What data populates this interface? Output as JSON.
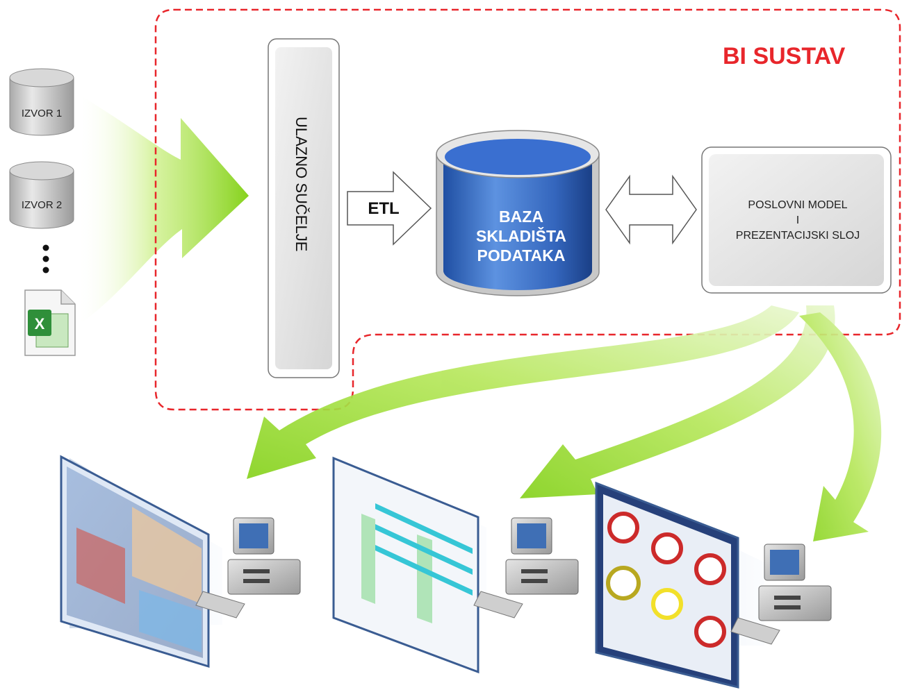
{
  "title": "BI SUSTAV",
  "sources": {
    "source1": "IZVOR 1",
    "source2": "IZVOR 2"
  },
  "input_interface": "ULAZNO SUČELJE",
  "etl": "ETL",
  "warehouse": {
    "line1": "BAZA",
    "line2": "SKLADIŠTA",
    "line3": "PODATAKA"
  },
  "presentation": {
    "line1": "POSLOVNI MODEL",
    "line2": "I",
    "line3": "PREZENTACIJSKI SLOJ"
  },
  "colors": {
    "boundary": "#e8262b",
    "title": "#e8262b",
    "flow_arrow": "#8fd42a",
    "warehouse": "#3b74c9"
  },
  "icons": [
    "database-icon",
    "excel-file-icon",
    "computer-icon",
    "monitor-icon"
  ]
}
